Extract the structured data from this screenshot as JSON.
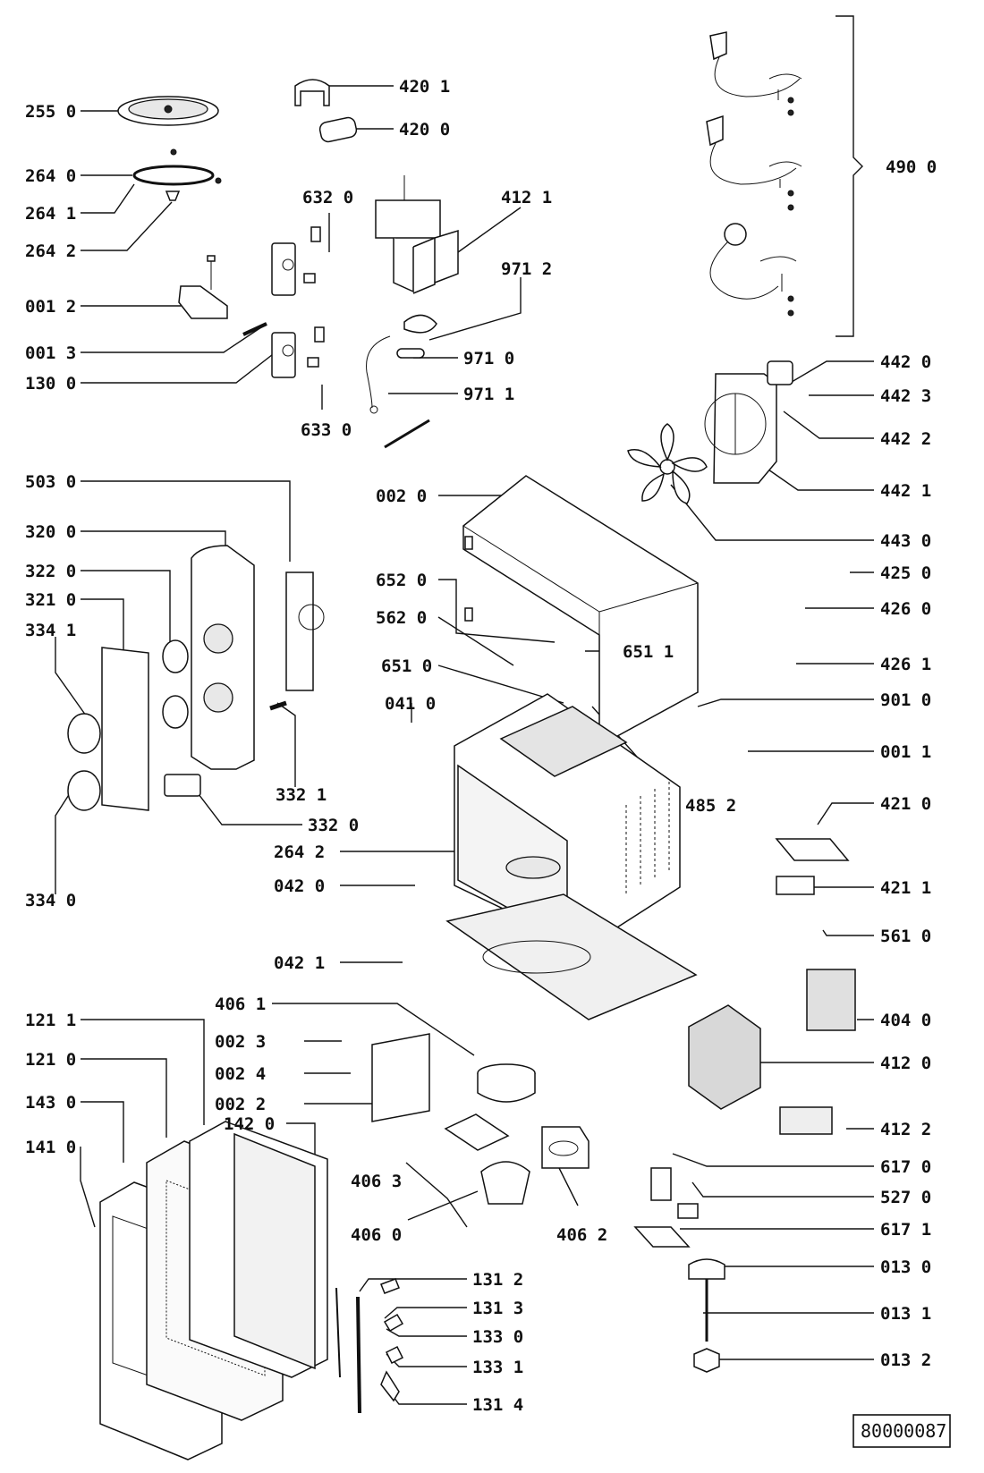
{
  "diagram": {
    "drawing_number": "80000087",
    "labels": {
      "p2550": "255 0",
      "p2640": "264 0",
      "p2641": "264 1",
      "p2642a": "264 2",
      "p0012": "001 2",
      "p0013": "001 3",
      "p1300": "130 0",
      "p4201": "420 1",
      "p4200": "420 0",
      "p6320": "632 0",
      "p4121": "412 1",
      "p9712": "971 2",
      "p9710": "971 0",
      "p9711": "971 1",
      "p6330": "633 0",
      "p4900": "490 0",
      "p4420": "442 0",
      "p4423": "442 3",
      "p4422": "442 2",
      "p4421": "442 1",
      "p4430": "443 0",
      "p5030": "503 0",
      "p3200": "320 0",
      "p3220": "322 0",
      "p3210": "321 0",
      "p3341": "334 1",
      "p3321": "332 1",
      "p3320": "332 0",
      "p3340": "334 0",
      "p0020": "002 0",
      "p6520": "652 0",
      "p5620": "562 0",
      "p6510": "651 0",
      "p6511": "651 1",
      "p0410": "041 0",
      "p4250": "425 0",
      "p4260": "426 0",
      "p4261": "426 1",
      "p9010": "901 0",
      "p0011": "001 1",
      "p4852": "485 2",
      "p4210": "421 0",
      "p4211": "421 1",
      "p2642b": "264 2",
      "p0420": "042 0",
      "p0421": "042 1",
      "p5610": "561 0",
      "p4040": "404 0",
      "p4120": "412 0",
      "p4122": "412 2",
      "p6170": "617 0",
      "p5270": "527 0",
      "p6171": "617 1",
      "p0130": "013 0",
      "p0131": "013 1",
      "p0132": "013 2",
      "p4061": "406 1",
      "p0023": "002 3",
      "p0024": "002 4",
      "p0022": "002 2",
      "p4063": "406 3",
      "p4060": "406 0",
      "p4062": "406 2",
      "p1211": "121 1",
      "p1210": "121 0",
      "p1430": "143 0",
      "p1410": "141 0",
      "p1420": "142 0",
      "p1312": "131 2",
      "p1313": "131 3",
      "p1330": "133 0",
      "p1331": "133 1",
      "p1314": "131 4"
    }
  }
}
